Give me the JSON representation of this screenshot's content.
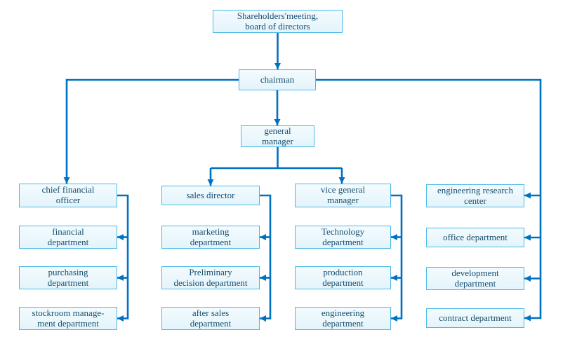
{
  "diagram": {
    "type": "org-chart",
    "colors": {
      "line": "#0070c0",
      "box_border": "#4ab9e6",
      "box_fill": "#e9f6fc",
      "text": "#174f6e"
    },
    "nodes": {
      "shareholders": {
        "label": "Shareholders'meeting,\nboard of directors"
      },
      "chairman": {
        "label": "chairman"
      },
      "general_manager": {
        "label": "general\nmanager"
      },
      "chief_financial_officer": {
        "label": "chief financial\nofficer"
      },
      "financial_department": {
        "label": "financial\ndepartment"
      },
      "purchasing_department": {
        "label": "purchasing\ndepartment"
      },
      "stockroom_management_department": {
        "label": "stockroom manage-\nment department"
      },
      "sales_director": {
        "label": "sales director"
      },
      "marketing_department": {
        "label": "marketing\ndepartment"
      },
      "preliminary_decision_department": {
        "label": "Preliminary\ndecision department"
      },
      "after_sales_department": {
        "label": "after sales\ndepartment"
      },
      "vice_general_manager": {
        "label": "vice general\nmanager"
      },
      "technology_department": {
        "label": "Technology\ndepartment"
      },
      "production_department": {
        "label": "production\ndepartment"
      },
      "engineering_department": {
        "label": "engineering\ndepartment"
      },
      "engineering_research_center": {
        "label": "engineering research\ncenter"
      },
      "office_department": {
        "label": "office department"
      },
      "development_department": {
        "label": "development\ndepartment"
      },
      "contract_department": {
        "label": "contract department"
      }
    },
    "edges": [
      {
        "from": "shareholders",
        "to": "chairman"
      },
      {
        "from": "chairman",
        "to": "general_manager"
      },
      {
        "from": "chairman",
        "to": "chief_financial_officer"
      },
      {
        "from": "chairman",
        "to": "engineering_research_center"
      },
      {
        "from": "chairman",
        "to": "office_department"
      },
      {
        "from": "chairman",
        "to": "development_department"
      },
      {
        "from": "chairman",
        "to": "contract_department"
      },
      {
        "from": "general_manager",
        "to": "sales_director"
      },
      {
        "from": "general_manager",
        "to": "vice_general_manager"
      },
      {
        "from": "chief_financial_officer",
        "to": "financial_department"
      },
      {
        "from": "chief_financial_officer",
        "to": "purchasing_department"
      },
      {
        "from": "chief_financial_officer",
        "to": "stockroom_management_department"
      },
      {
        "from": "sales_director",
        "to": "marketing_department"
      },
      {
        "from": "sales_director",
        "to": "preliminary_decision_department"
      },
      {
        "from": "sales_director",
        "to": "after_sales_department"
      },
      {
        "from": "vice_general_manager",
        "to": "technology_department"
      },
      {
        "from": "vice_general_manager",
        "to": "production_department"
      },
      {
        "from": "vice_general_manager",
        "to": "engineering_department"
      }
    ]
  }
}
